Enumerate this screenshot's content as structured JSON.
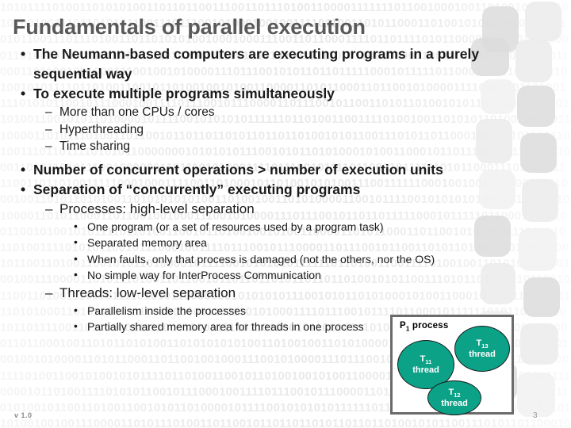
{
  "slide": {
    "title": "Fundamentals of parallel execution",
    "title_color": "#595959",
    "background_pattern_text": "10101111010011010101001101101100111001101110100110000111111101100100010011010010010010101001001110110101011001110111001010001001001111011001101011000110100101010101010010101011001110111010011011010101001000100011100110110001111011011110101100000010101011100011010010110011011001111101011011110010101010111111010110010100010010010011000011010110001101100100100011100100101000011101110010101101101111100010111110110001111010011001010010101111011010011001011010010010100110000110101100011011001010000111100001011010011110101011001011100010011110111001011100001101110010110011010110100101011010100101100110100110010101101000010111100101010101111110110100110011110100100110101011010010010011100001101011101001101100101101101101011011011010010101100111010110110001011001011001101001110110111101010110000000101010101110010101101010001010011000101101110011011110101000110101101011100100000011011101010001111011100101111011000101111110101100011101011011110011011010011111000100011110011010001011010010101001110011111100010010011000001101100010011010110101001101010101010011010010011010100001100101111001010101010010010010010100001101011000110110010010001110010100001110111001011011011111000101111101100011110100110010100101011110110100110010110100100101001100001101011000110110010100001111000010110100111101010110010111000100111101110010111000011011100101100110101101001010110101001011001101001100101011010000101111001010101011111101101001100111101001001101010110100100100111000011010111010011011001011011011010110110110100101011001110101101100010110010110011010011101101111010101100000001010101011100101011010100010100110001011011100110111101010001101011010111001000000110111010100011110111001011110110001011111101011000111010110111100110110100111110001000111100110100010110100101010011100111111000100100110000011011000100110101101010011010101010100110100100110101000011001011110010101010100100100100101000011010110001101100100100011100101000011101110010110110111110001011111011000111101001100101001010111101101001100101101001001010011000011010110001101100101000011110000101101001111010101100101110001001111011100101110000110111001011001101011010010101101010010110011010011001010110100001011110010101010111111011010011001111010010011010101101001001001110000110101110100110110010110110110101101101101001010110011101011011000101100101100110100111011011110101011000000010101010111001010110101000101001100010110111001101111010100011010110101110010000001101110101000111101110010111101100010111111010110001110101101111001101101001111100010001111001101000101101001010100111001111110001001001100000110110001001101011010100110101010101001101001001101010000110010111100101"
  },
  "bullets": [
    {
      "level": 1,
      "marker": "•",
      "text": "The Neumann-based computers are executing programs in a purely sequential way"
    },
    {
      "level": 1,
      "marker": "•",
      "text": "To execute multiple programs simultaneously"
    },
    {
      "level": 2,
      "marker": "–",
      "text": "More than one CPUs / cores"
    },
    {
      "level": 2,
      "marker": "–",
      "text": "Hyperthreading"
    },
    {
      "level": 2,
      "marker": "–",
      "text": "Time sharing"
    },
    {
      "level": 1,
      "marker": "•",
      "text": "Number of concurrent operations > number of execution units"
    },
    {
      "level": 1,
      "marker": "•",
      "text": "Separation of “concurrently” executing programs"
    },
    {
      "level": 2,
      "marker": "–",
      "text": "Processes: high-level separation"
    },
    {
      "level": 3,
      "marker": "•",
      "text": "One program (or a set of resources used by a program task)"
    },
    {
      "level": 3,
      "marker": "•",
      "text": "Separated memory area"
    },
    {
      "level": 3,
      "marker": "•",
      "text": "When faults, only that process is damaged (not the others, nor the OS)"
    },
    {
      "level": 3,
      "marker": "•",
      "text": "No simple way for InterProcess Communication"
    },
    {
      "level": 2,
      "marker": "–",
      "text": "Threads: low-level separation"
    },
    {
      "level": 3,
      "marker": "•",
      "text": "Parallelism inside the processes"
    },
    {
      "level": 3,
      "marker": "•",
      "text": "Partially shared memory area for threads in one process"
    }
  ],
  "diagram": {
    "process_label_main": "P",
    "process_label_sub": "1",
    "process_label_tail": " process",
    "ellipse_color": "#0CA287",
    "border_color": "#6b6b6b",
    "threads": [
      {
        "name": "T",
        "sub": "11",
        "role": "thread"
      },
      {
        "name": "T",
        "sub": "13",
        "role": "thread"
      },
      {
        "name": "T",
        "sub": "12",
        "role": "thread"
      }
    ]
  },
  "footer": {
    "version": "v 1.0",
    "page_number": "3"
  }
}
